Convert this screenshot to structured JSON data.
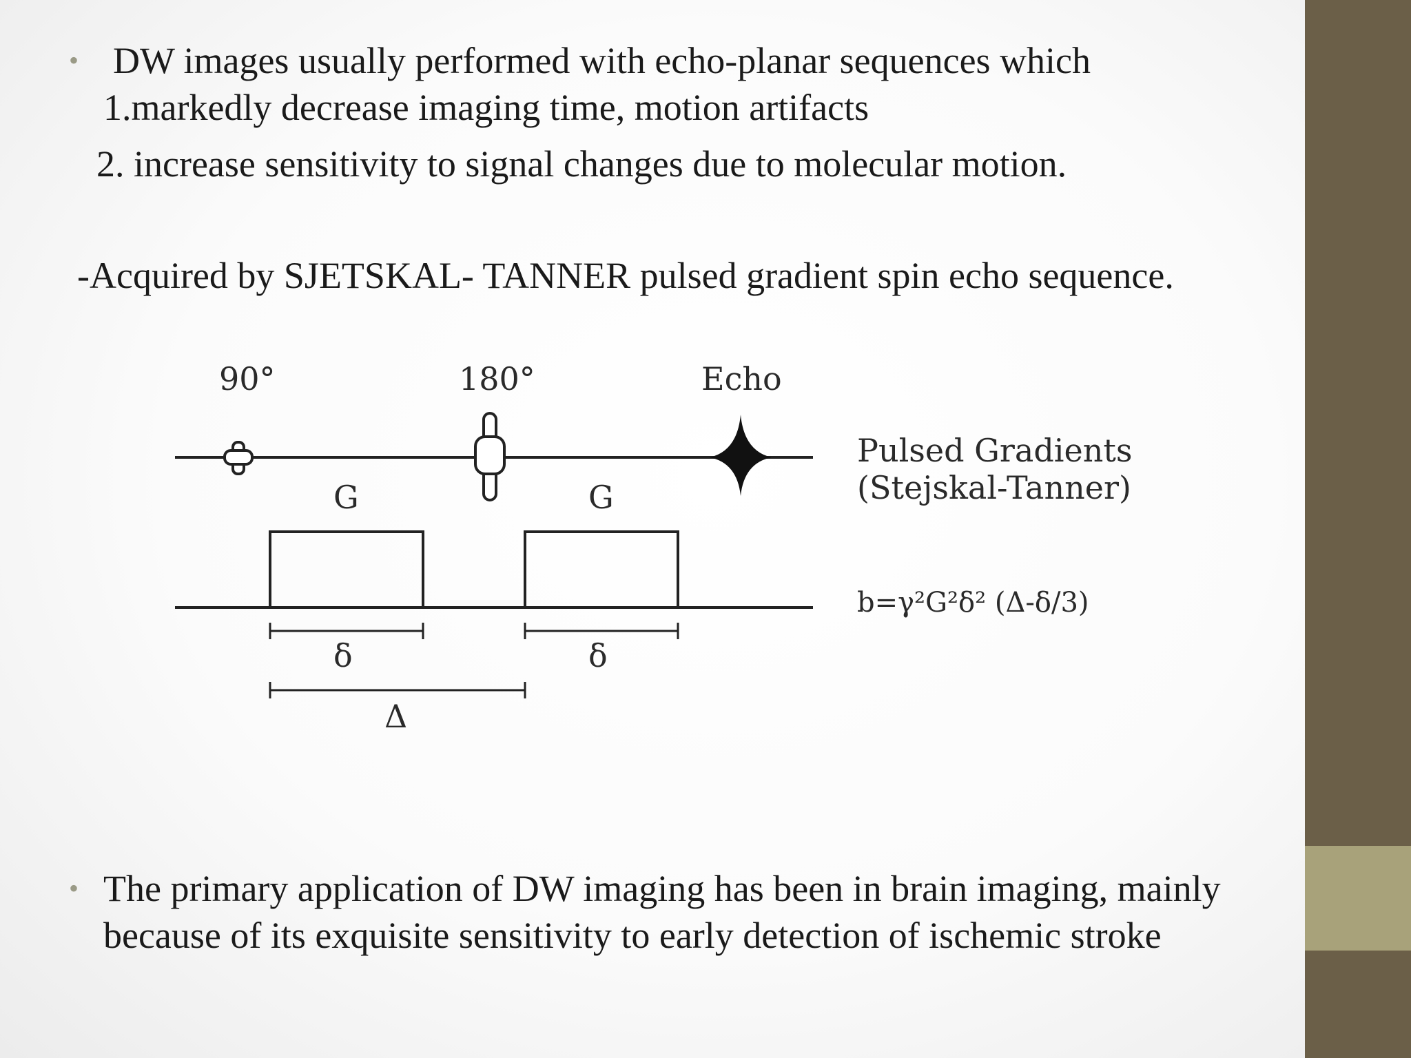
{
  "slide": {
    "bullet1": {
      "line1": "DW images usually performed with echo-planar sequences which",
      "line2": "1.markedly decrease imaging time, motion artifacts",
      "line3": "2. increase sensitivity to signal changes due to molecular motion."
    },
    "acquired_line": "-Acquired by SJETSKAL- TANNER pulsed gradient spin echo sequence.",
    "diagram": {
      "pulse_90": "90°",
      "pulse_180": "180°",
      "echo": "Echo",
      "gradient_1": "G",
      "gradient_2": "G",
      "delta_small_1": "δ",
      "delta_small_2": "δ",
      "delta_large": "Δ",
      "title_line1": "Pulsed Gradients",
      "title_line2": "(Stejskal-Tanner)",
      "formula": "b=γ²G²δ² (Δ-δ/3)"
    },
    "bullet2": {
      "line1": "The primary application of DW imaging has been in brain imaging, mainly",
      "line2": "because of its exquisite sensitivity to early detection of ischemic stroke"
    }
  },
  "colors": {
    "sidebar": "#6b5f48",
    "sidebar_accent": "#a8a27a",
    "bullet": "#9a9a86"
  }
}
